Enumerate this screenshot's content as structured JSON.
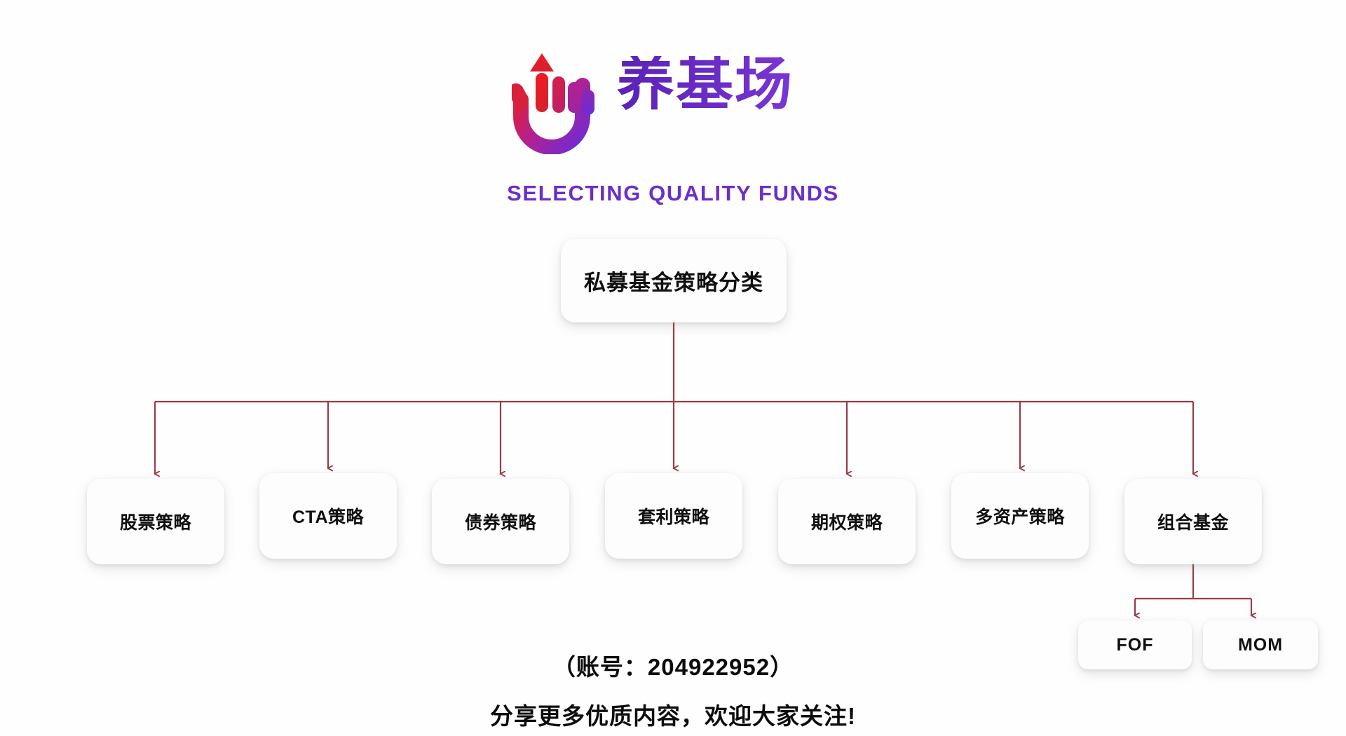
{
  "brand": {
    "name": "养基场",
    "tagline": "SELECTING QUALITY FUNDS",
    "logo_icon": "hand-with-up-arrow-icon",
    "color_purple": "#6b2fc9",
    "color_red": "#e31c24"
  },
  "diagram": {
    "connector_color": "#9e3a42",
    "root": {
      "label": "私募基金策略分类"
    },
    "level1": [
      {
        "label": "股票策略"
      },
      {
        "label": "CTA策略"
      },
      {
        "label": "债券策略"
      },
      {
        "label": "套利策略"
      },
      {
        "label": "期权策略"
      },
      {
        "label": "多资产策略"
      },
      {
        "label": "组合基金"
      }
    ],
    "level2": [
      {
        "label": "FOF"
      },
      {
        "label": "MOM"
      }
    ]
  },
  "footer": {
    "account_line": "（账号：204922952）",
    "cta_line": "分享更多优质内容，欢迎大家关注!"
  }
}
